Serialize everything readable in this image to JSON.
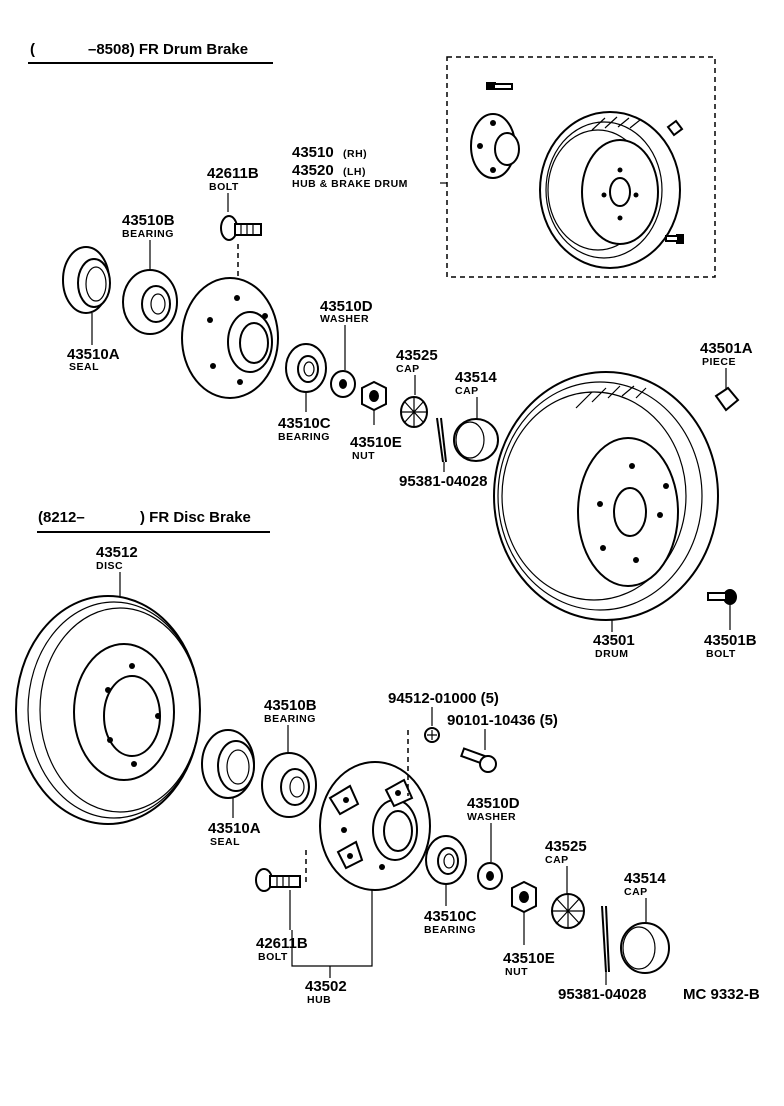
{
  "sections": {
    "drum": {
      "title_a": "(",
      "title_b": "–8508) FR Drum Brake"
    },
    "disc": {
      "title_a": "(8212–",
      "title_b": ") FR Disc Brake"
    }
  },
  "drum_labels": {
    "hub_drum": {
      "num1": "43510",
      "sfx1": "(RH)",
      "num2": "43520",
      "sfx2": "(LH)",
      "caption": "HUB & BRAKE DRUM"
    },
    "bolt": {
      "num": "42611B",
      "caption": "BOLT"
    },
    "bearing_outer": {
      "num": "43510B",
      "caption": "BEARING"
    },
    "seal": {
      "num": "43510A",
      "caption": "SEAL"
    },
    "washer": {
      "num": "43510D",
      "caption": "WASHER"
    },
    "cap_lock": {
      "num": "43525",
      "caption": "CAP"
    },
    "cap_grease": {
      "num": "43514",
      "caption": "CAP"
    },
    "piece": {
      "num": "43501A",
      "caption": "PIECE"
    },
    "bearing_inner": {
      "num": "43510C",
      "caption": "BEARING"
    },
    "nut": {
      "num": "43510E",
      "caption": "NUT"
    },
    "pin": {
      "num": "95381-04028"
    },
    "drum": {
      "num": "43501",
      "caption": "DRUM"
    },
    "drum_bolt": {
      "num": "43501B",
      "caption": "BOLT"
    }
  },
  "disc_labels": {
    "disc": {
      "num": "43512",
      "caption": "DISC"
    },
    "bearing_outer": {
      "num": "43510B",
      "caption": "BEARING"
    },
    "washer_small": {
      "num": "94512-01000 (5)"
    },
    "bolt_small": {
      "num": "90101-10436 (5)"
    },
    "seal": {
      "num": "43510A",
      "caption": "SEAL"
    },
    "washer": {
      "num": "43510D",
      "caption": "WASHER"
    },
    "cap_lock": {
      "num": "43525",
      "caption": "CAP"
    },
    "cap_grease": {
      "num": "43514",
      "caption": "CAP"
    },
    "bearing_inner": {
      "num": "43510C",
      "caption": "BEARING"
    },
    "bolt": {
      "num": "42611B",
      "caption": "BOLT"
    },
    "nut": {
      "num": "43510E",
      "caption": "NUT"
    },
    "hub": {
      "num": "43502",
      "caption": "HUB"
    },
    "pin": {
      "num": "95381-04028"
    }
  },
  "footer": {
    "code": "MC  9332-B"
  }
}
